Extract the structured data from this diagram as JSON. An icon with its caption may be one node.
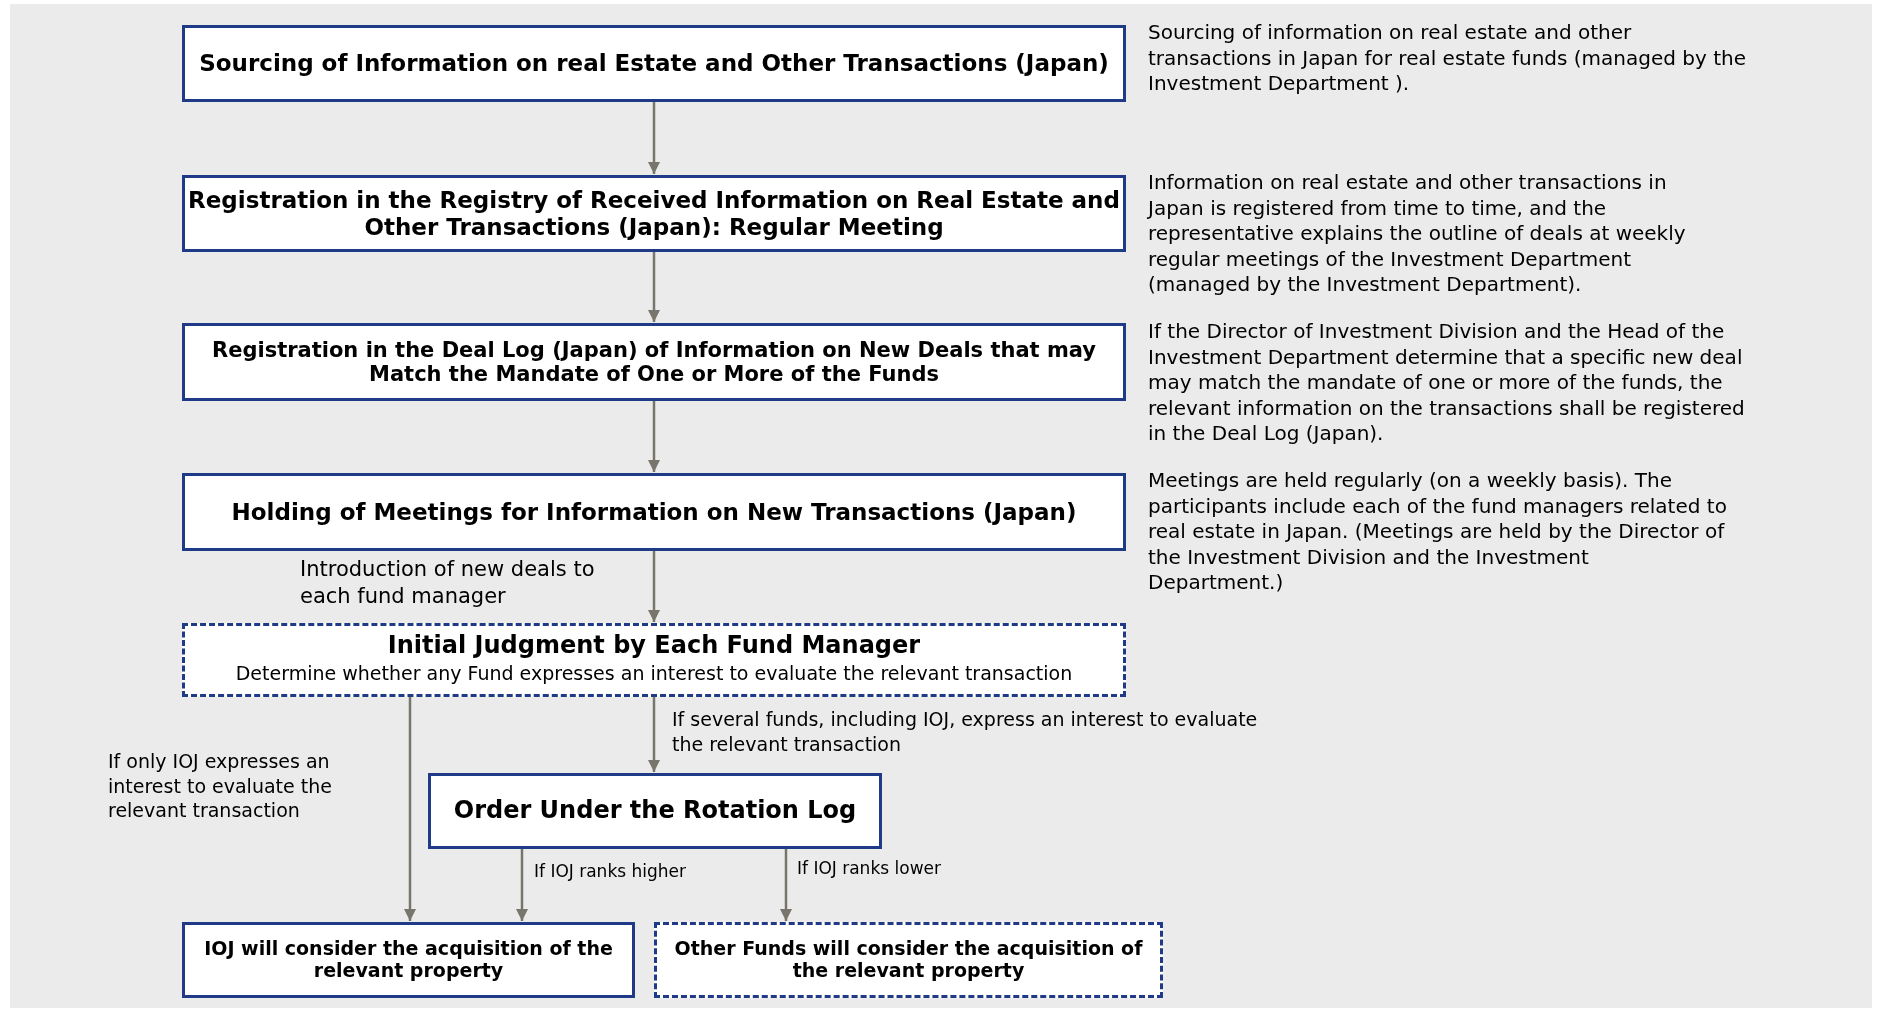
{
  "diagram": {
    "nodes": [
      {
        "text": [
          "Sourcing of Information on real Estate and Other Transactions (Japan)"
        ],
        "beside": [
          "Sourcing of information on real estate and other transactions in Japan for real estate funds (managed by the Investment Department )."
        ]
      },
      {
        "text": [
          "Registration in the Registry of Received Information on Real Estate and Other Transactions (Japan): Regular Meeting"
        ],
        "beside": [
          "Information on real estate and other transactions in Japan is registered from time to time, and the representative explains the outline of deals at weekly regular meetings of the Investment Department (managed by the Investment Department)."
        ]
      },
      {
        "text": [
          "Registration in the Deal Log (Japan) of Information on New Deals that may Match the Mandate of One or More of the Funds"
        ],
        "beside": [
          "If the Director of Investment Division and the Head of the Investment Department determine that a specific new deal may match the mandate of one or more of the funds, the relevant information on the transactions shall be registered in the Deal Log (Japan)."
        ]
      },
      {
        "text": [
          "Holding of Meetings for Information on New Transactions (Japan)"
        ],
        "beside": [
          "Meetings are held regularly (on a weekly basis). The participants include each of the fund managers related to real estate in Japan. (Meetings are held by the Director of the Investment Division and the Investment Department.)"
        ]
      },
      {
        "text": [
          "Initial Judgment by Each Fund Manager",
          "Determine whether any Fund expresses an interest to evaluate the relevant transaction"
        ]
      },
      {
        "text": [
          "Order Under the Rotation Log"
        ]
      },
      {
        "text": [
          "IOJ will consider the acquisition of the relevant property"
        ]
      },
      {
        "text": [
          "Other Funds will consider the acquisition of the relevant property"
        ]
      }
    ],
    "edges": [
      {
        "from": 0,
        "to": 1,
        "arrow": "to"
      },
      {
        "from": 1,
        "to": 2,
        "arrow": "to"
      },
      {
        "from": 2,
        "to": 3,
        "arrow": "to"
      },
      {
        "from": 3,
        "to": 4,
        "arrow": "to",
        "label": "Introduction of new deals to each fund manager"
      },
      {
        "from": 4,
        "to": 5,
        "arrow": "to",
        "label": "If several funds, including IOJ, express an interest to evaluate the relevant transaction"
      },
      {
        "from": 4,
        "to": 6,
        "arrow": "to",
        "label": "If only IOJ expresses an interest to evaluate the relevant transaction"
      },
      {
        "from": 5,
        "to": 6,
        "arrow": "to",
        "label": "If IOJ ranks higher"
      },
      {
        "from": 5,
        "to": 7,
        "arrow": "to",
        "label": "If IOJ ranks lower"
      }
    ]
  }
}
